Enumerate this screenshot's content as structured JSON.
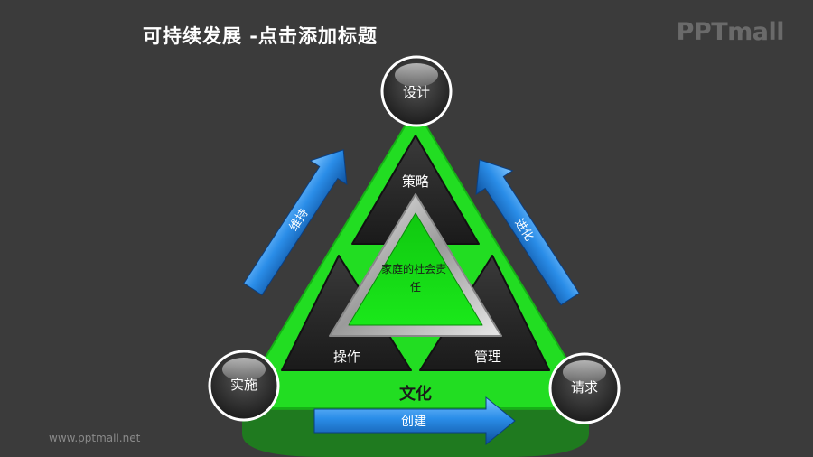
{
  "title": "可持续发展 -点击添加标题",
  "brand": "PPTmall",
  "footer_url": "www.pptmall.net",
  "center_label": "家庭的社会责任",
  "inner_segments": {
    "top": "策略",
    "left": "操作",
    "right": "管理"
  },
  "base_label": "文化",
  "nodes": {
    "top": "设计",
    "left": "实施",
    "right": "请求"
  },
  "arrows": {
    "left": "维持",
    "right": "进化",
    "bottom": "创建"
  },
  "colors": {
    "background": "#3b3b3b",
    "triangle_green": "#22dd22",
    "dark_segment": "#222222",
    "arrow_blue": "#1e78d8",
    "node_dark": "#2a2a2a"
  }
}
